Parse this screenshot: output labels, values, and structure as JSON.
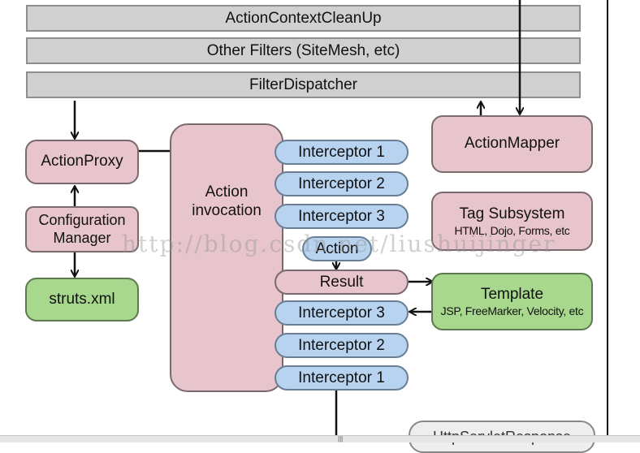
{
  "filters": {
    "cleanup": "ActionContextCleanUp",
    "other": "Other Filters (SiteMesh, etc)",
    "dispatcher": "FilterDispatcher"
  },
  "left": {
    "action_proxy": "ActionProxy",
    "config_line1": "Configuration",
    "config_line2": "Manager",
    "struts_xml": "struts.xml"
  },
  "center": {
    "invocation_line1": "Action",
    "invocation_line2": "invocation",
    "stack": [
      "Interceptor 1",
      "Interceptor 2",
      "Interceptor 3",
      "Action",
      "Result",
      "Interceptor 3",
      "Interceptor 2",
      "Interceptor 1"
    ]
  },
  "right": {
    "action_mapper": "ActionMapper",
    "tag_title": "Tag Subsystem",
    "tag_sub": "HTML, Dojo, Forms, etc",
    "template_title": "Template",
    "template_sub": "JSP, FreeMarker, Velocity, etc",
    "http_response": "HttpServletResponse"
  },
  "watermark": "http://blog.csdn.net/liushuijinger",
  "colors": {
    "filter": "#d0d0d0",
    "pink": "#e8c5cc",
    "green": "#a7d88d",
    "blue": "#b7d3ef"
  }
}
